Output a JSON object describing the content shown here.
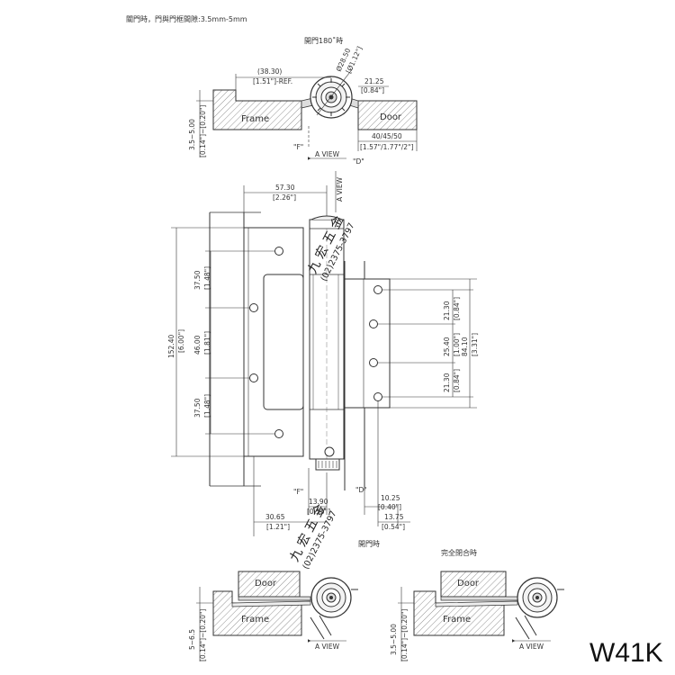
{
  "notes": {
    "top_note": "關門時，門與門框間隙:3.5mm-5mm",
    "open_180_caption": "開門180˚時",
    "open_90_caption": "開門時",
    "closed_caption": "完全閉合時",
    "watermark_name": "九 宏 五 金",
    "watermark_phone": "(02)2375-3797"
  },
  "labels": {
    "frame": "Frame",
    "door": "Door",
    "a_view": "A  VIEW",
    "a_view_vertical": "A VIEW",
    "f_mark": "\"F\"",
    "d_mark": "\"D\""
  },
  "top_view": {
    "ref_mm": "(38.30)",
    "ref_in": "[1.51\"]-REF.",
    "dia_mm": "Ø28.50",
    "dia_in": "[Ø1.12\"]",
    "right_mm": "21.25",
    "right_in": "[0.84\"]",
    "gap_mm": "3.5~5.00",
    "gap_in": "[0.14\"]~[0.20\"]",
    "door_thk_mm": "40/45/50",
    "door_thk_in": "[1.57\"/1.77\"/2\"]"
  },
  "front_view": {
    "width_mm": "57.30",
    "width_in": "[2.26\"]",
    "height_mm": "152.40",
    "height_in": "[6.00\"]",
    "left_sp1_mm": "37.50",
    "left_sp1_in": "[1.48\"]",
    "left_sp2_mm": "46.00",
    "left_sp2_in": "[1.81\"]",
    "left_sp3_mm": "37.50",
    "left_sp3_in": "[1.48\"]",
    "right_sp1_mm": "21.30",
    "right_sp1_in": "[0.84\"]",
    "right_sp2_mm": "25.40",
    "right_sp2_in": "[1.00\"]",
    "right_sp3_mm": "21.30",
    "right_sp3_in": "[0.84\"]",
    "right_total_mm": "84.10",
    "right_total_in": "[3.31\"]",
    "bot1_mm": "13.90",
    "bot1_in": "[0.55\"]",
    "bot2_mm": "30.65",
    "bot2_in": "[1.21\"]",
    "bot3_mm": "10.25",
    "bot3_in": "[0.40\"]",
    "bot4_mm": "13.75",
    "bot4_in": "[0.54\"]"
  },
  "bottom_left": {
    "gap_mm": "5~6.5",
    "gap_in": "[0.14\"]~[0.20\"]"
  },
  "bottom_right": {
    "gap_mm": "3.5~5.00",
    "gap_in": "[0.14\"]~[0.20\"]"
  },
  "model": "W41K"
}
